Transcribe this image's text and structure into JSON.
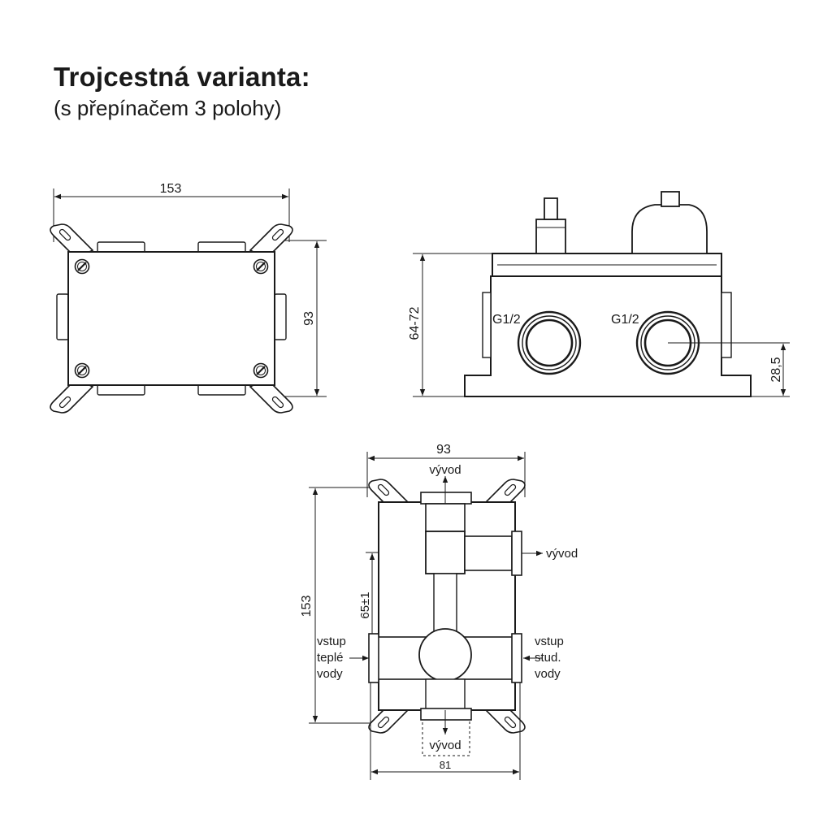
{
  "header": {
    "title": "Trojcestná varianta:",
    "subtitle": "(s přepínačem 3 polohy)"
  },
  "top_view": {
    "width_label": "153",
    "height_label": "93"
  },
  "side_view": {
    "height_label": "64-72",
    "port_left_label": "G1/2",
    "port_right_label": "G1/2",
    "port_height_label": "28,5"
  },
  "front_view": {
    "width_label": "93",
    "height_label": "153",
    "spacing_label": "65±1",
    "bottom_width_label": "81",
    "outlet_top": "vývod",
    "outlet_right": "vývod",
    "outlet_bottom": "vývod",
    "inlet_hot": [
      "vstup",
      "teplé",
      "vody"
    ],
    "inlet_cold": [
      "vstup",
      "stud.",
      "vody"
    ]
  }
}
